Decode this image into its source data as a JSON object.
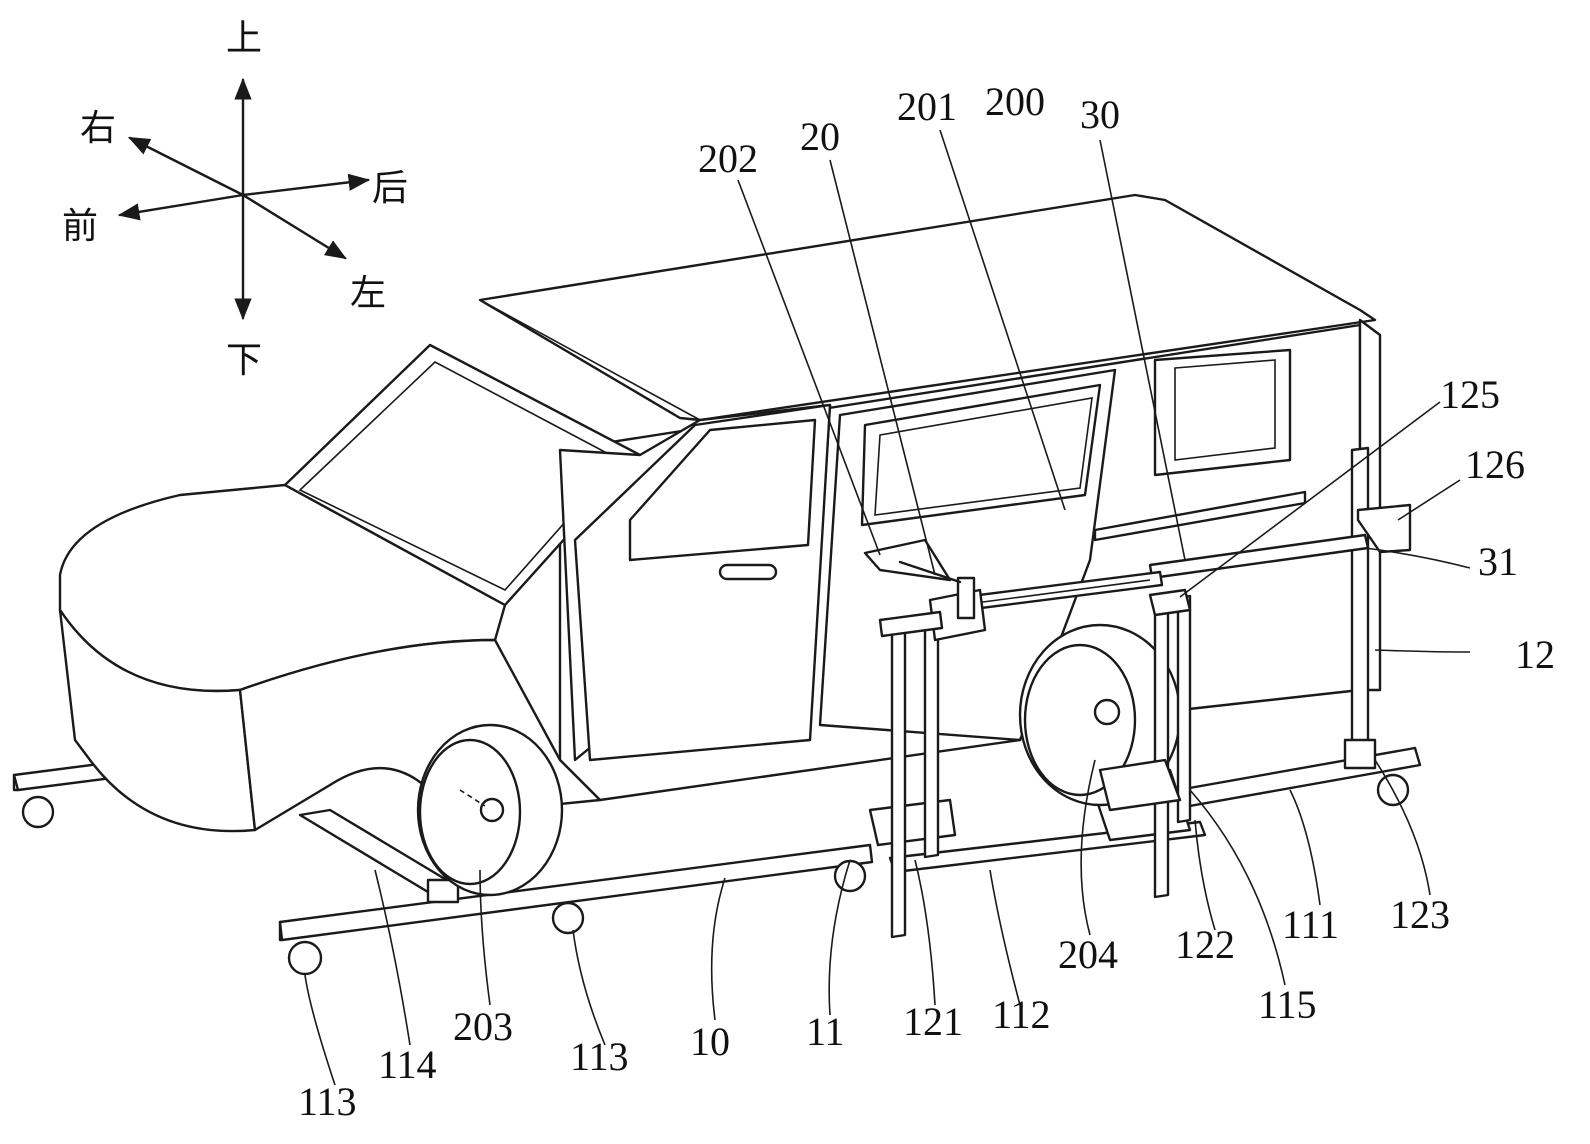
{
  "compass": {
    "up": "上",
    "down": "下",
    "right": "右",
    "left": "左",
    "front": "前",
    "rear": "后"
  },
  "labels": {
    "l202": "202",
    "l20": "20",
    "l201": "201",
    "l200": "200",
    "l30": "30",
    "l125": "125",
    "l126": "126",
    "l31": "31",
    "l12": "12",
    "l123": "123",
    "l111": "111",
    "l115": "115",
    "l122": "122",
    "l204": "204",
    "l112": "112",
    "l121": "121",
    "l11": "11",
    "l10": "10",
    "l113b": "113",
    "l203": "203",
    "l114": "114",
    "l113a": "113"
  }
}
